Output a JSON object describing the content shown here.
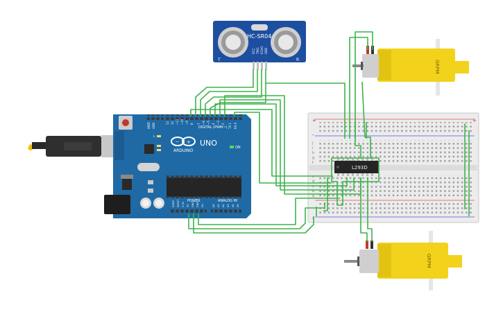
{
  "sensor": {
    "model": "HC-SR04",
    "pins": [
      "VCC",
      "TRIG",
      "ECHO",
      "GND"
    ],
    "mark_t": "T",
    "mark_r": "R"
  },
  "arduino": {
    "brand": "ARDUINO",
    "model": "UNO",
    "digital_header": "DIGITAL (PWM~)",
    "power_header": "POWER",
    "analog_header": "ANALOG IN",
    "on_label": "ON",
    "led_l": "L",
    "led_tx": "TX",
    "led_rx": "RX",
    "aref": "AREF",
    "gnd": "GND",
    "digital_pins": [
      "13",
      "12",
      "~11",
      "~10",
      "~9",
      "8",
      "7",
      "~6",
      "~5",
      "4",
      "~3",
      "2",
      "TX 1",
      "RX 0"
    ],
    "power_pins": [
      "IOREF",
      "RESET",
      "3.3V",
      "5V",
      "GND",
      "GND",
      "Vin"
    ],
    "analog_pins": [
      "A0",
      "A1",
      "A2",
      "A3",
      "A4",
      "A5"
    ]
  },
  "driver_ic": {
    "label": "L293D"
  },
  "motor_top": {
    "label": "GRPM"
  },
  "motor_bottom": {
    "label": "GRPM"
  },
  "breadboard": {
    "rails": [
      "+",
      "-"
    ],
    "row_letters_top": [
      "a",
      "b",
      "c",
      "d",
      "e"
    ],
    "row_letters_bottom": [
      "f",
      "g",
      "h",
      "i",
      "j"
    ]
  },
  "colors": {
    "wire": "#3cb44b",
    "board": "#1f6aa5",
    "sensor_board": "#1d4fa0",
    "motor_body": "#f2d21b",
    "breadboard": "#e9e9e9",
    "chip": "#222222"
  }
}
